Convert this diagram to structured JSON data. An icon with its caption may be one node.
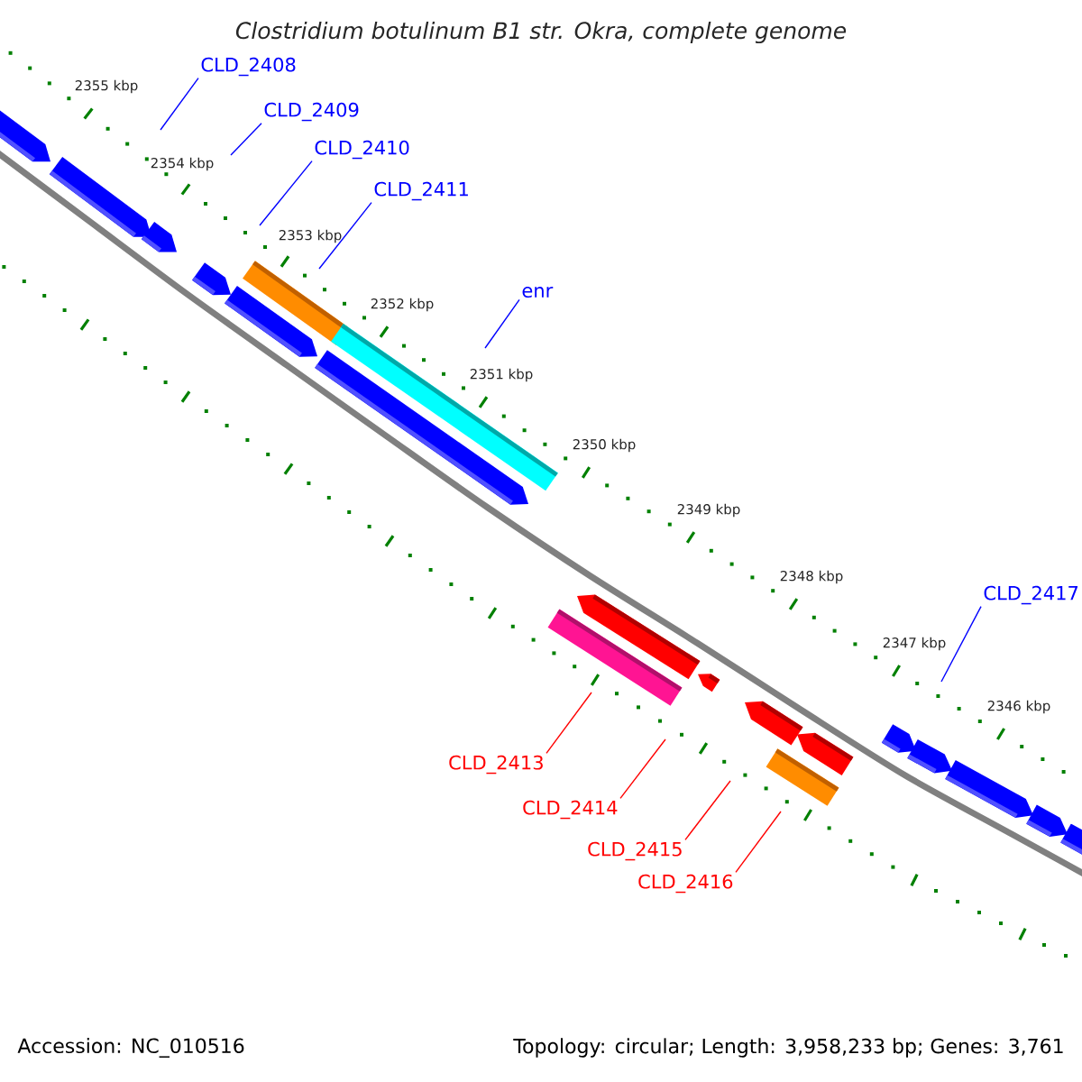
{
  "diagram": {
    "title": "Clostridium botulinum B1 str. Okra, complete genome",
    "nodes": [
      {
        "text": [
          "CLD_2408"
        ]
      },
      {
        "text": [
          "CLD_2409"
        ]
      },
      {
        "text": [
          "CLD_2410"
        ]
      },
      {
        "text": [
          "CLD_2411"
        ]
      },
      {
        "text": [
          "enr"
        ]
      },
      {
        "text": [
          "CLD_2417"
        ]
      },
      {
        "text": [
          "CLD_2413"
        ]
      },
      {
        "text": [
          "CLD_2414"
        ]
      },
      {
        "text": [
          "CLD_2415"
        ]
      },
      {
        "text": [
          "CLD_2416"
        ]
      }
    ],
    "edges": [
      {
        "from": 0,
        "to": null,
        "arrow": "none"
      },
      {
        "from": 1,
        "to": null,
        "arrow": "none"
      },
      {
        "from": 2,
        "to": null,
        "arrow": "none"
      },
      {
        "from": 3,
        "to": null,
        "arrow": "none"
      },
      {
        "from": 4,
        "to": null,
        "arrow": "none"
      },
      {
        "from": 5,
        "to": null,
        "arrow": "none"
      },
      {
        "from": 6,
        "to": null,
        "arrow": "none",
        "color": "#ff0000"
      },
      {
        "from": 7,
        "to": null,
        "arrow": "none",
        "color": "#ff0000"
      },
      {
        "from": 8,
        "to": null,
        "arrow": "none",
        "color": "#ff0000"
      },
      {
        "from": 9,
        "to": null,
        "arrow": "none",
        "color": "#ff0000"
      }
    ],
    "labels": [
      "2355 kbp",
      "2354 kbp",
      "2353 kbp",
      "2352 kbp",
      "2351 kbp",
      "2350 kbp",
      "2349 kbp",
      "2348 kbp",
      "2347 kbp",
      "2346 kbp",
      "Accession: NC_010516",
      "Topology: circular; Length: 3,958,233 bp; Genes: 3,761"
    ]
  }
}
